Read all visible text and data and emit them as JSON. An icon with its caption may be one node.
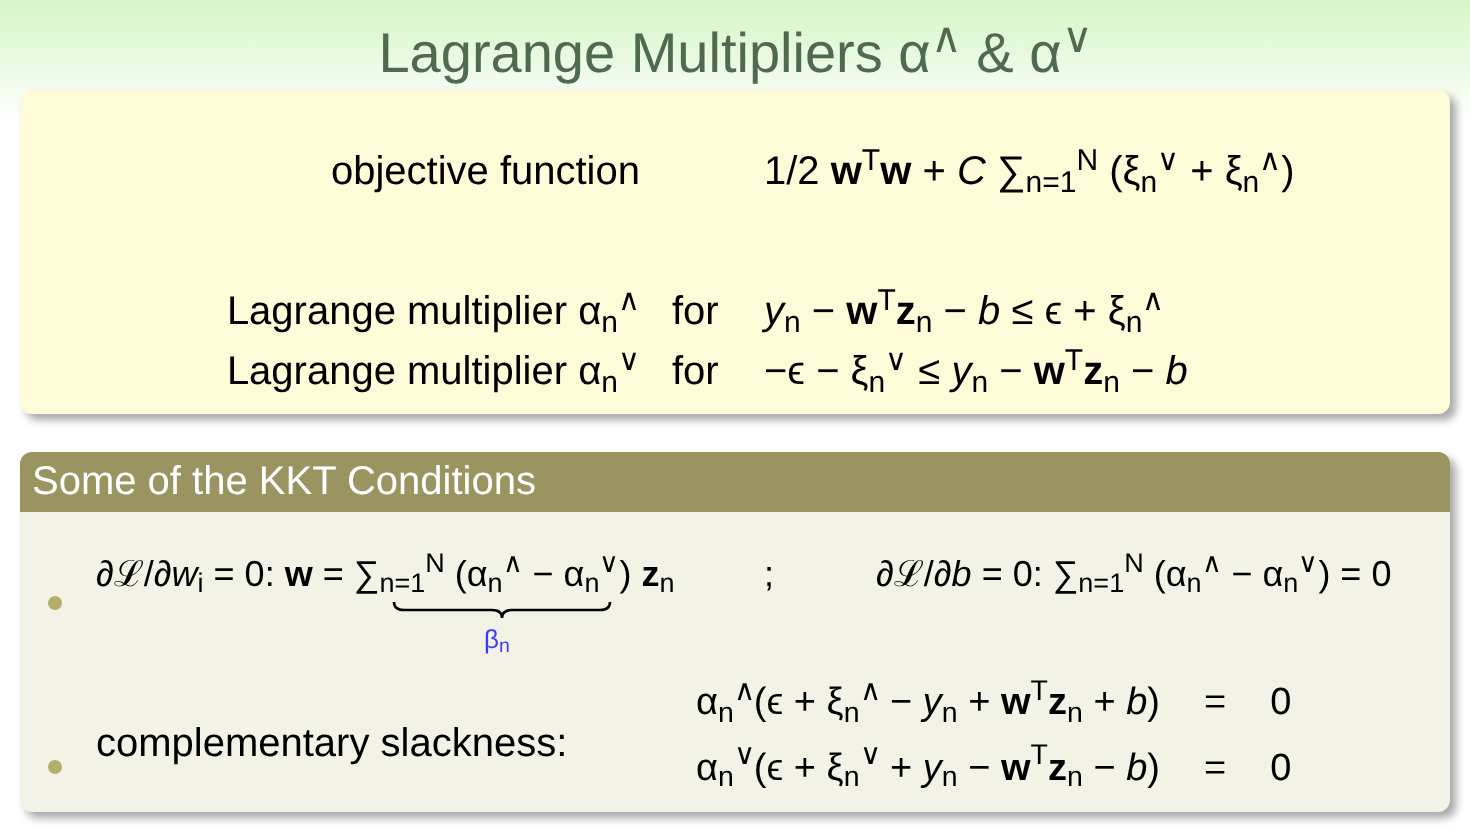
{
  "diagram": {
    "title": "Lagrange Multipliers α$^{∧}$ & α$^{∨}$",
    "nodes": [
      {
        "text": [
          "objective function",
          "1/2 **w**$^{T}$**w** + *C* ∑$_{n=1}$$^{N}$ (ξ$_{n}$$^{∨}$ + ξ$_{n}$$^{∧}$)",
          "Lagrange multiplier α$_{n}$$^{∧}$",
          "for",
          "*y*$_{n}$ − **w**$^{T}$**z**$_{n}$ − *b* ≤ ϵ + ξ$_{n}$$^{∧}$",
          "Lagrange multiplier α$_{n}$$^{∨}$",
          "for",
          "−ϵ − ξ$_{n}$$^{∨}$ ≤ *y*$_{n}$ − **w**$^{T}$**z**$_{n}$ − *b*"
        ]
      },
      {
        "text": [
          "Some of the KKT Conditions",
          "∂ℒ/∂*w*$_{i}$ = 0: **w** = ∑$_{n=1}$$^{N}$ (α$_{n}$$^{∧}$ − α$_{n}$$^{∨}$) **z**$_{n}$",
          "β$_{n}$",
          ";",
          "∂ℒ/∂*b* = 0: ∑$_{n=1}$$^{N}$ (α$_{n}$$^{∧}$ − α$_{n}$$^{∨}$) = 0",
          "complementary slackness:",
          "α$_{n}$$^{∧}$(ϵ + ξ$_{n}$$^{∧}$ − *y*$_{n}$ + **w**$^{T}$**z**$_{n}$ + *b*)",
          "=",
          "0",
          "α$_{n}$$^{∨}$(ϵ + ξ$_{n}$$^{∨}$ + *y*$_{n}$ − **w**$^{T}$**z**$_{n}$ − *b*)",
          "=",
          "0"
        ]
      }
    ]
  }
}
